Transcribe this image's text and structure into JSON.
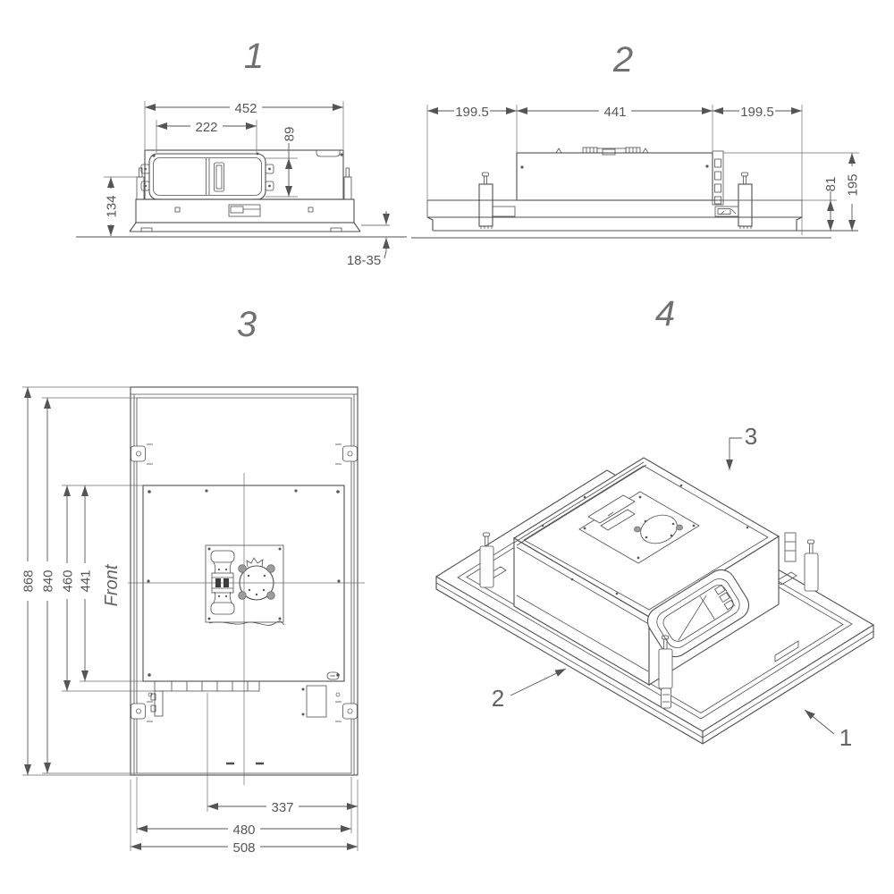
{
  "drawing_type": "installation-dimension-drawing",
  "views": {
    "v1": {
      "label": "1",
      "dims": {
        "overall_width": "452",
        "duct_width": "222",
        "duct_height": "89",
        "body_height": "134",
        "ceiling_gap": "18-35"
      }
    },
    "v2": {
      "label": "2",
      "dims": {
        "left_offset": "199.5",
        "center_width": "441",
        "right_offset": "199.5",
        "panel_height": "81",
        "total_height": "195"
      }
    },
    "v3": {
      "label": "3",
      "front_label": "Front",
      "dims": {
        "cutout_length": "868",
        "inner_length": "840",
        "body_outer_depth": "460",
        "body_inner_depth": "441",
        "duct_offset": "337",
        "inner_width": "480",
        "cutout_width": "508"
      }
    },
    "v4": {
      "label": "4",
      "callouts": {
        "c3": "3",
        "c2": "2",
        "c1": "1"
      }
    }
  },
  "colors": {
    "line": "#4f4f4f",
    "dim_text": "#565656",
    "view_label": "#717171",
    "grommet_fill": "#9c9c9c",
    "background": "#ffffff"
  }
}
